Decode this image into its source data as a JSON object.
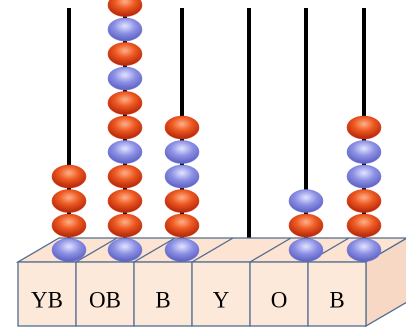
{
  "colors": {
    "rod": "#000000",
    "bead_red": "#e0401c",
    "bead_blue": "#7b7fd8",
    "block_face": "#fde9d9",
    "block_top": "#fde4d2",
    "block_side": "#f6d8c4",
    "block_edge": "#4f6c8f"
  },
  "columns": [
    {
      "label": "YB",
      "beads": [
        "red",
        "red",
        "red",
        "blue"
      ]
    },
    {
      "label": "OB",
      "beads": [
        "red",
        "blue",
        "red",
        "blue",
        "red",
        "red",
        "blue",
        "red",
        "red",
        "red",
        "blue"
      ]
    },
    {
      "label": "B",
      "beads": [
        "red",
        "blue",
        "blue",
        "red",
        "red",
        "blue"
      ]
    },
    {
      "label": "Y",
      "beads": []
    },
    {
      "label": "O",
      "beads": [
        "blue",
        "red",
        "blue"
      ]
    },
    {
      "label": "B",
      "beads": [
        "red",
        "blue",
        "blue",
        "red",
        "red",
        "blue"
      ]
    }
  ]
}
